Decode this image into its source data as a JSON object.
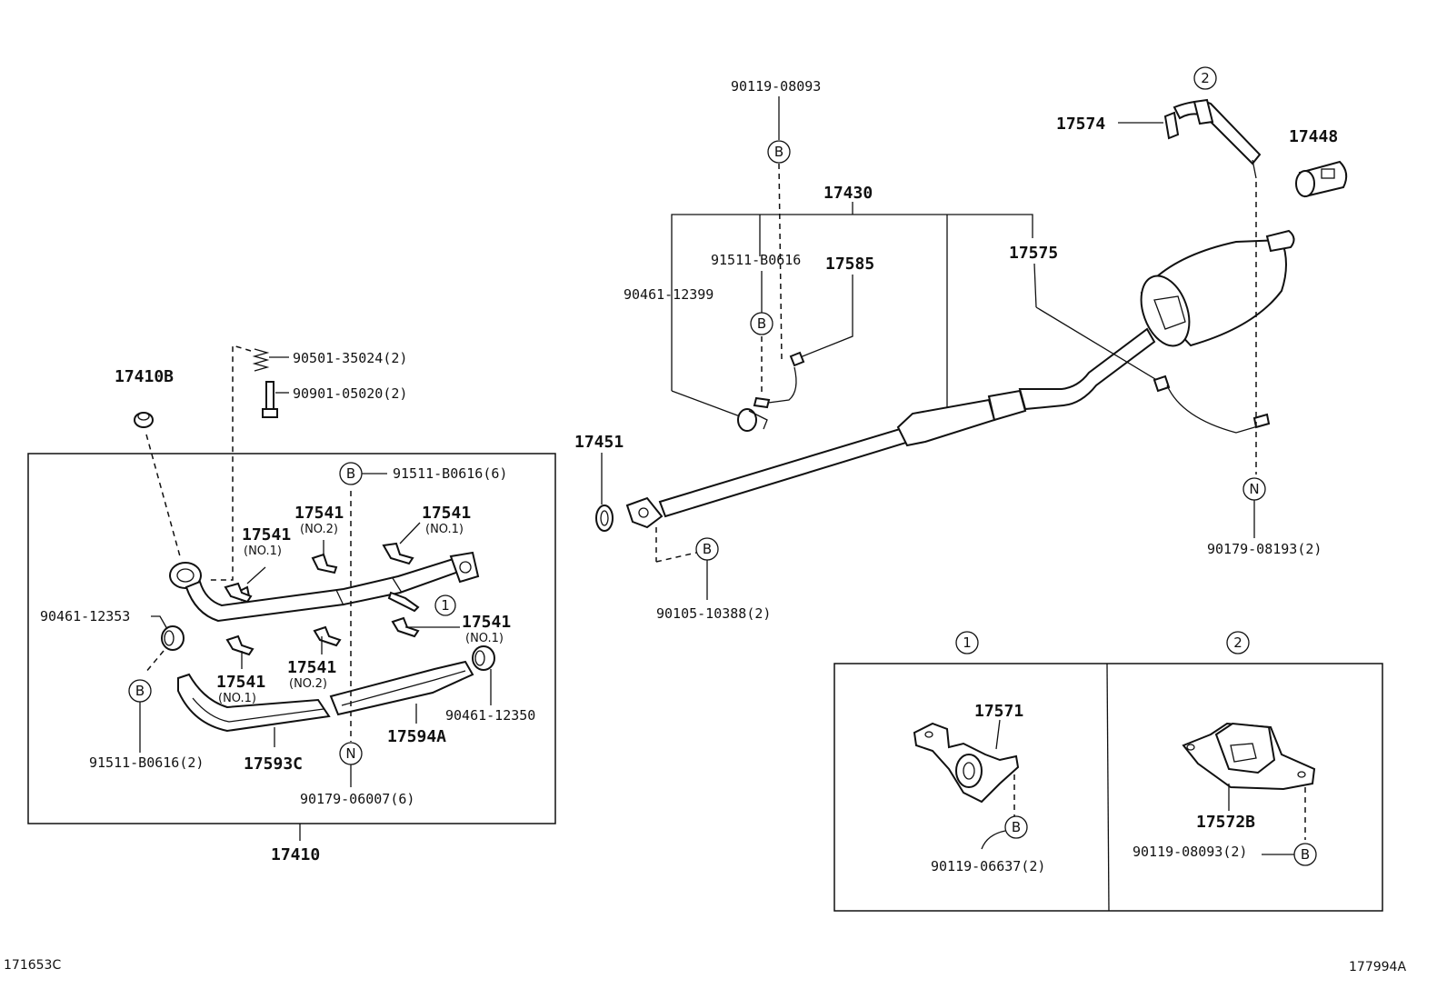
{
  "corner_codes": {
    "left": "171653C",
    "right": "177994A"
  },
  "parts": {
    "p17410B": "17410B",
    "p90501": "90501-35024(2)",
    "p90901": "90901-05020(2)",
    "p91511_6": "91511-B0616(6)",
    "p17541_no2_top": "17541",
    "p17541_no2_top_sub": "(NO.2)",
    "p17541_no1_top": "17541",
    "p17541_no1_top_sub": "(NO.1)",
    "p17541_no1_left": "17541",
    "p17541_no1_left_sub": "(NO.1)",
    "p90461_12353": "90461-12353",
    "p17541_no1_right": "17541",
    "p17541_no1_right_sub": "(NO.1)",
    "p17541_no2_bot": "17541",
    "p17541_no2_bot_sub": "(NO.2)",
    "p17541_no1_bot": "17541",
    "p17541_no1_bot_sub": "(NO.1)",
    "p90461_12350": "90461-12350",
    "p17594A": "17594A",
    "p91511_2": "91511-B0616(2)",
    "p17593C": "17593C",
    "p90179_06007": "90179-06007(6)",
    "p17410": "17410",
    "p90119_08093": "90119-08093",
    "p17430": "17430",
    "p91511_r": "91511-B0616",
    "p17585": "17585",
    "p90461_12399": "90461-12399",
    "p17575": "17575",
    "p17574": "17574",
    "p17448": "17448",
    "p17451": "17451",
    "p90105": "90105-10388(2)",
    "p90179_08193": "90179-08193(2)",
    "p17571": "17571",
    "p90119_06637": "90119-06637(2)",
    "p17572B": "17572B",
    "p90119_08093_2": "90119-08093(2)"
  },
  "markers": {
    "b": "B",
    "n": "N",
    "one": "1",
    "two": "2"
  }
}
